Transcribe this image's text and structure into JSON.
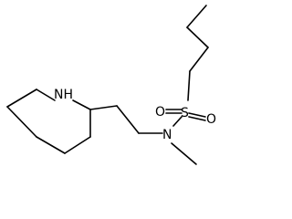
{
  "molecule": {
    "atoms": {
      "nh": "NH",
      "n": "N",
      "s": "S",
      "o_top": "O",
      "o_bottom": "O"
    },
    "colors": {
      "bond": "#000000",
      "label": "#000000",
      "background": "#ffffff"
    }
  }
}
